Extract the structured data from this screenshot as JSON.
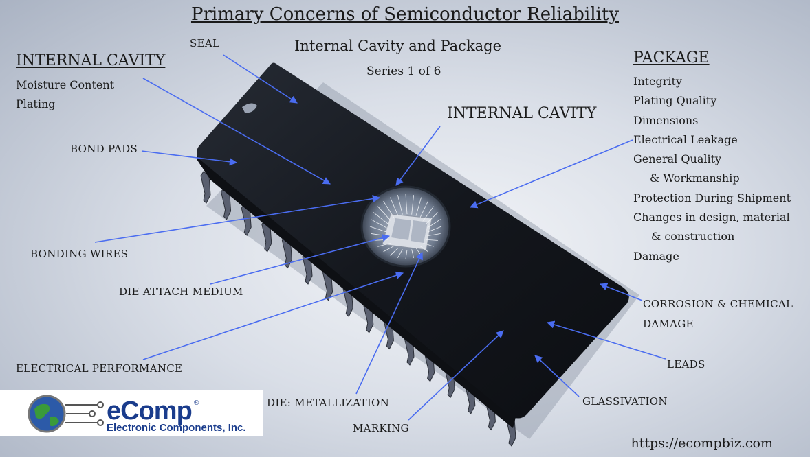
{
  "title": "Primary Concerns of Semiconductor Reliability",
  "subtitle": "Internal Cavity and Package",
  "series": "Series 1 of 6",
  "left_panel": {
    "heading": "INTERNAL CAVITY",
    "items": [
      "Moisture Content",
      "Plating"
    ]
  },
  "right_panel": {
    "heading": "PACKAGE",
    "items": [
      "Integrity",
      "Plating Quality",
      "Dimensions",
      "Electrical Leakage",
      "General Quality",
      "& Workmanship",
      "Protection During Shipment",
      "Changes in design, material",
      "& construction",
      "Damage"
    ]
  },
  "labels": {
    "seal": "SEAL",
    "internal_cavity": "INTERNAL CAVITY",
    "bond_pads": "BOND PADS",
    "bonding_wires": "BONDING WIRES",
    "die_attach": "DIE ATTACH MEDIUM",
    "electrical_performance": "ELECTRICAL PERFORMANCE",
    "die_metallization": "DIE: METALLIZATION",
    "marking": "MARKING",
    "glassivation": "GLASSIVATION",
    "leads": "LEADS",
    "corrosion_1": "CORROSION & CHEMICAL",
    "corrosion_2": "DAMAGE"
  },
  "logo": {
    "brand": "eComp",
    "registered": "®",
    "tagline": "Electronic Components, Inc."
  },
  "url": "https://ecompbiz.com",
  "colors": {
    "arrow": "#4a6cf0",
    "chip_body": "#161a20",
    "logo_blue": "#1a3c8c",
    "logo_green": "#3a9a3a"
  }
}
